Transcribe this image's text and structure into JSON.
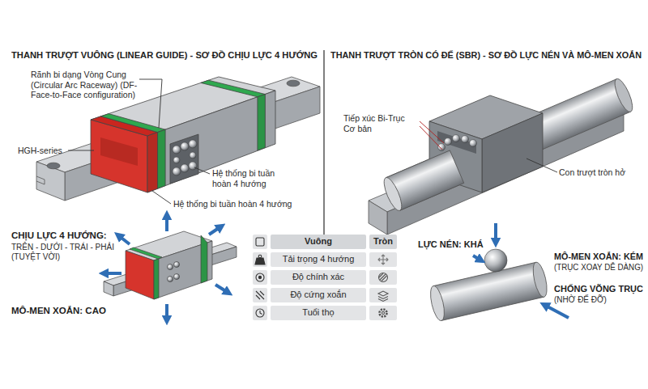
{
  "diagram": {
    "labels": [
      "THANH TRƯỢT VUÔNG (LINEAR GUIDE) - SƠ ĐỒ CHỊU LỰC 4 HƯỚNG",
      "THANH TRƯỢT TRÒN CÓ ĐẾ (SBR) - SƠ ĐỒ LỰC NÉN VÀ MÔ-MEN XOẮN",
      "Rãnh bi dạng Vòng Cung (Circular Arc Raceway) (DF-Face-to-Face configuration)",
      "HGH-series",
      "Hệ thống bi tuần hoàn 4 hướng",
      "Hệ thống bi tuần hoàn 4 hướng",
      "Tiếp xúc Bi-Trục Cơ bản",
      "Con trượt tròn hở",
      "CHỊU LỰC 4 HƯỚNG:",
      "TRÊN - DƯỚI - TRÁI - PHẢI (TUYỆT VỜI)",
      "MÔ-MEN XOẮN: CAO",
      "Vuông",
      "Tròn",
      "Tải trọng 4 hướng",
      "Độ chính xác",
      "Độ cứng xoắn",
      "Tuổi thọ",
      "LỰC NÉN: KHÁ",
      "MÔ-MEN XOẮN: KÉM",
      "(TRỤC XOAY DỄ DÀNG)",
      "CHỐNG VÕNG TRỤC",
      "(NHỜ ĐẾ ĐỠ)"
    ]
  }
}
